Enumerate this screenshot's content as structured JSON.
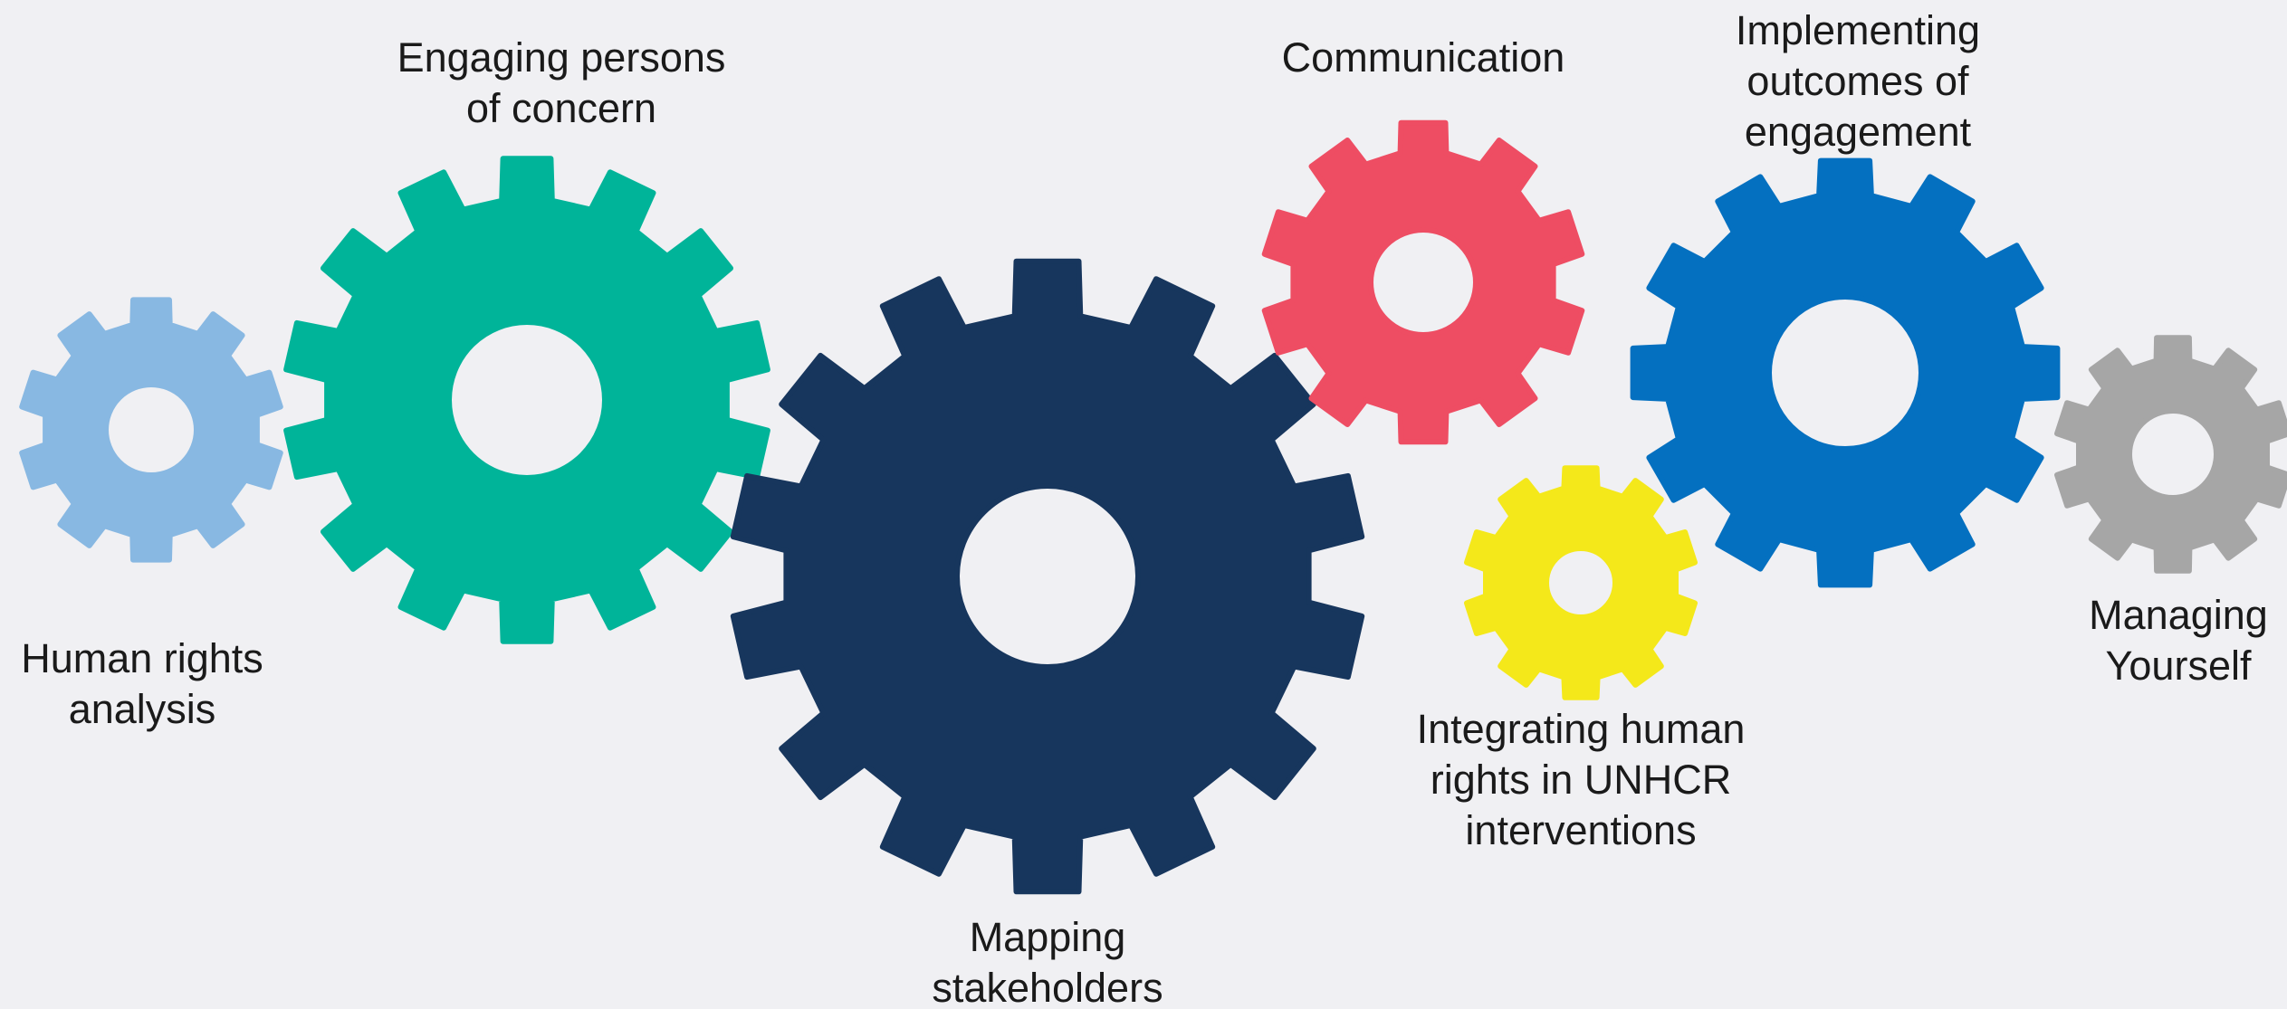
{
  "gears": [
    {
      "id": "human-rights-analysis",
      "label_lines": [
        "Human rights",
        "analysis"
      ],
      "color": "#88b8e2"
    },
    {
      "id": "engaging-persons-of-concern",
      "label_lines": [
        "Engaging persons",
        "of concern"
      ],
      "color": "#00b499"
    },
    {
      "id": "mapping-stakeholders",
      "label_lines": [
        "Mapping",
        "stakeholders"
      ],
      "color": "#17365d"
    },
    {
      "id": "communication",
      "label_lines": [
        "Communication"
      ],
      "color": "#ee4d63"
    },
    {
      "id": "integrating-human-rights",
      "label_lines": [
        "Integrating human",
        "rights in UNHCR",
        "interventions"
      ],
      "color": "#f4e81a"
    },
    {
      "id": "implementing-outcomes",
      "label_lines": [
        "Implementing",
        "outcomes of",
        "engagement"
      ],
      "color": "#0470c0"
    },
    {
      "id": "managing-yourself",
      "label_lines": [
        "Managing",
        "Yourself"
      ],
      "color": "#a6a6a6"
    }
  ],
  "background_color": "#f0f0f3"
}
